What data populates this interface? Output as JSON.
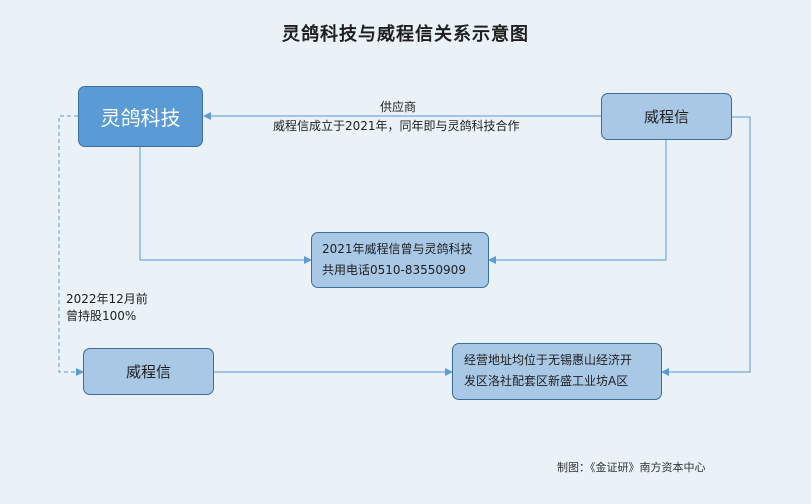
{
  "title": "灵鸽科技与威程信关系示意图",
  "nodes": {
    "linge": "灵鸽科技",
    "weicheng_top": "威程信",
    "phone": [
      "2021年威程信曾与灵鸽科技",
      "共用电话0510-83550909"
    ],
    "weicheng_bottom": "威程信",
    "address": [
      "经营地址均位于无锡惠山经济开",
      "发区洛社配套区新盛工业坊A区"
    ]
  },
  "edge_labels": {
    "supplier": "供应商",
    "founded": "威程信成立于2021年，同年即与灵鸽科技合作",
    "shareholding": [
      "2022年12月前",
      "曾持股100%"
    ]
  },
  "source": "制图：《金证研》南方资本中心",
  "colors": {
    "background": "#eaf1f7",
    "node_fill": "#a9c8e6",
    "primary_fill": "#5b9bd5",
    "connector": "#5b9bd5"
  }
}
